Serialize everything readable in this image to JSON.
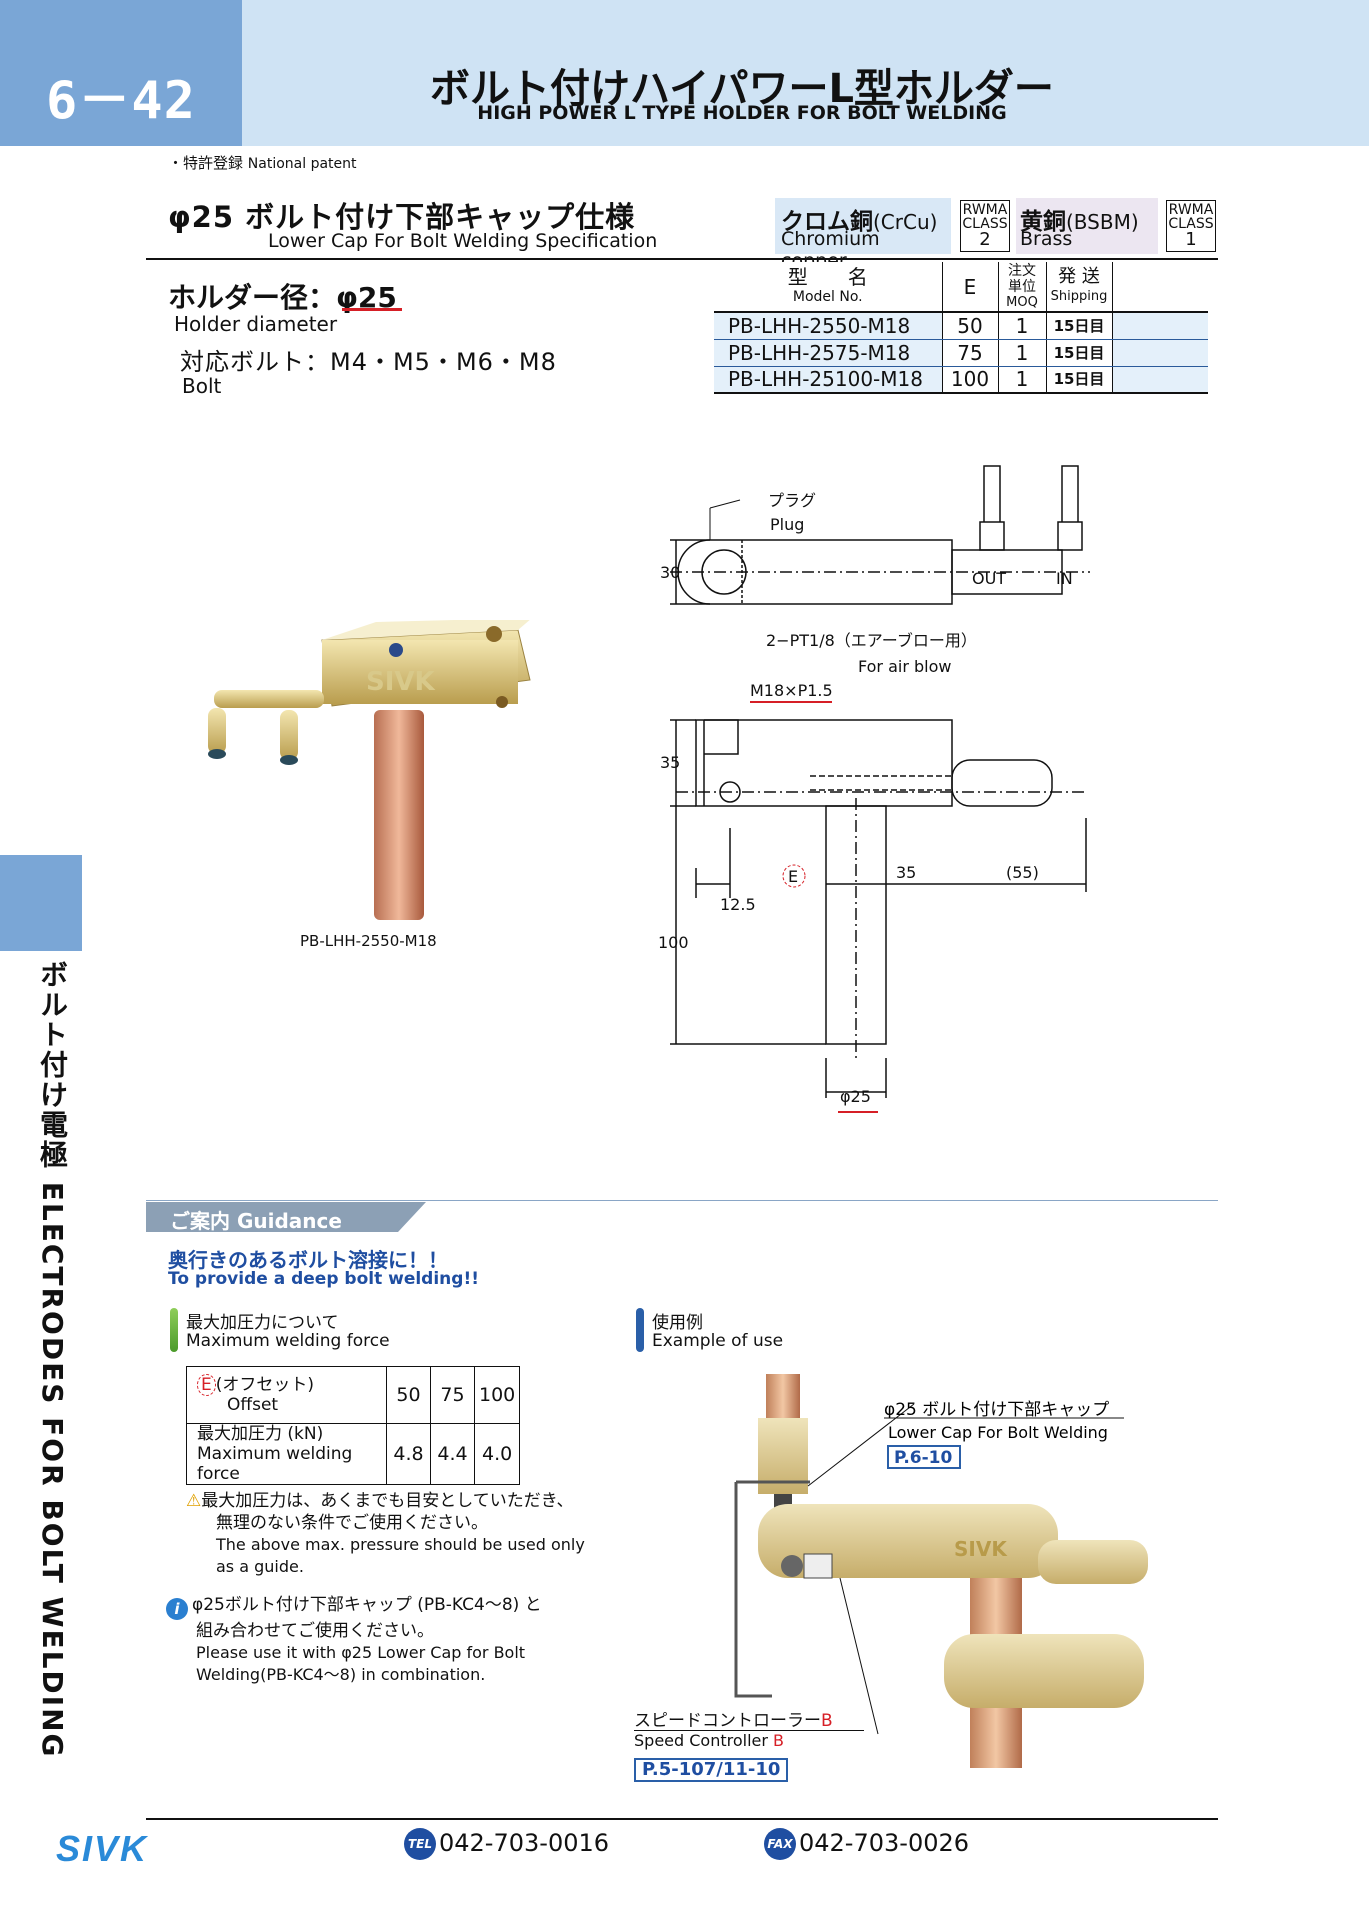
{
  "header": {
    "page_number": "6－42",
    "title_jp": "ボルト付けハイパワーL型ホルダー",
    "title_en": "HIGH POWER L TYPE HOLDER FOR BOLT WELDING"
  },
  "side_label": "ボルト付け電極  ELECTRODES FOR BOLT WELDING",
  "patent": {
    "jp": "・特許登録",
    "en": "National patent"
  },
  "spec": {
    "jp": "φ25 ボルト付け下部キャップ仕様",
    "en": "Lower Cap For Bolt Welding Specification"
  },
  "materials": [
    {
      "jp": "クロム銅",
      "code": "(CrCu)",
      "en": "Chromium copper",
      "rwma": "RWMA",
      "class": "CLASS",
      "class_no": "2"
    },
    {
      "jp": "黄銅",
      "code": "(BSBM)",
      "en": "Brass",
      "rwma": "RWMA",
      "class": "CLASS",
      "class_no": "1"
    }
  ],
  "holder": {
    "jp": "ホルダー径：φ25",
    "en": "Holder diameter",
    "bolt_jp": "対応ボルト：M4・M5・M6・M8",
    "bolt_en": "Bolt"
  },
  "model_table": {
    "headers": {
      "model_jp": "型　　名",
      "model_en": "Model No.",
      "e": "E",
      "moq_jp1": "注文",
      "moq_jp2": "単位",
      "moq_en": "MOQ",
      "ship_jp": "発 送",
      "ship_en": "Shipping"
    },
    "rows": [
      {
        "model": "PB-LHH-2550-M18",
        "e": "50",
        "moq": "1",
        "ship": "15日目"
      },
      {
        "model": "PB-LHH-2575-M18",
        "e": "75",
        "moq": "1",
        "ship": "15日目"
      },
      {
        "model": "PB-LHH-25100-M18",
        "e": "100",
        "moq": "1",
        "ship": "15日目"
      }
    ]
  },
  "photo_caption": "PB-LHH-2550-M18",
  "drawing": {
    "plug_jp": "プラグ",
    "plug_en": "Plug",
    "dim_30": "30",
    "out": "OUT",
    "in": "IN",
    "pt_jp": "2−PT1/8（エアーブロー用）",
    "pt_en": "For air blow",
    "thread": "M18×P1.5",
    "dim_35v": "35",
    "e_mark": "E",
    "dim_35h": "35",
    "dim_55": "(55)",
    "dim_12": "12.5",
    "dim_100": "100",
    "dim_phi": "φ25"
  },
  "guidance": {
    "title": "ご案内 Guidance",
    "h1": "奥行きのあるボルト溶接に！！",
    "h2": "To provide a deep bolt welding!!",
    "mwf_jp": "最大加圧力について",
    "mwf_en": "Maximum welding force",
    "use_jp": "使用例",
    "use_en": "Example of use",
    "force_table": {
      "offset_jp": "(オフセット)",
      "offset_en": "Offset",
      "e_mark": "E",
      "force_jp": "最大加圧力 (kN)",
      "force_en": "Maximum welding force",
      "offsets": [
        "50",
        "75",
        "100"
      ],
      "forces": [
        "4.8",
        "4.4",
        "4.0"
      ]
    },
    "warn_jp1": "最大加圧力は、あくまでも目安としていただき、",
    "warn_jp2": "無理のない条件でご使用ください。",
    "warn_en1": "The above max. pressure should be used only",
    "warn_en2": "as a guide.",
    "info_jp1": "φ25ボルト付け下部キャップ (PB-KC4〜8) と",
    "info_jp2": "組み合わせてご使用ください。",
    "info_en1": "Please use it with φ25 Lower Cap for Bolt",
    "info_en2": "Welding(PB-KC4〜8) in combination.",
    "cap_jp": "φ25 ボルト付け下部キャップ",
    "cap_en": "Lower Cap For Bolt Welding",
    "cap_ref": "P.6-10",
    "sc_jp": "スピードコントローラー",
    "sc_b": "B",
    "sc_en": "Speed Controller",
    "sc_ref": "P.5-107/11-10"
  },
  "footer": {
    "logo": "SIVK",
    "tel_badge": "TEL",
    "tel": "042-703-0016",
    "fax_badge": "FAX",
    "fax": "042-703-0026"
  },
  "colors": {
    "band": "#cfe3f4",
    "accent": "#7aa6d6",
    "brand_blue": "#1f4ea1",
    "red": "#d61f26"
  }
}
